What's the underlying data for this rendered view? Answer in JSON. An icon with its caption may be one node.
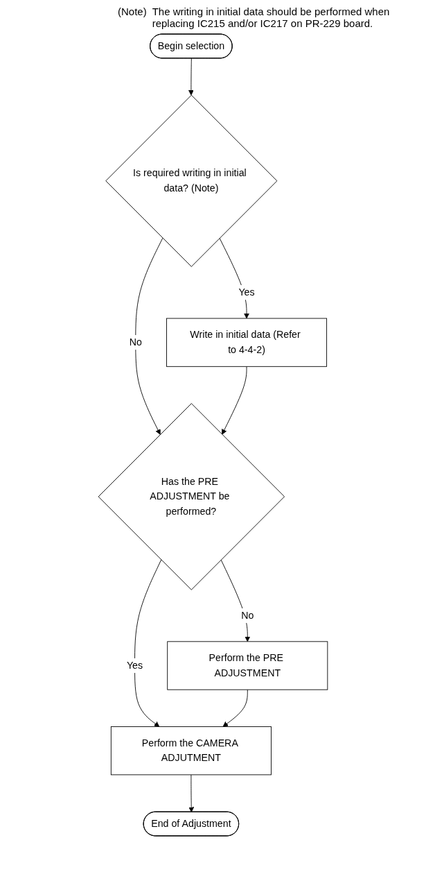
{
  "diagram": {
    "nodes": [
      {
        "text": [
          "Begin selection"
        ]
      },
      {
        "text": [
          "Is required writing in initial data? (Note)"
        ]
      },
      {
        "text": [
          "Write in initial data (Refer to 4-4-2)"
        ]
      },
      {
        "text": [
          "Has the PRE ADJUSTMENT be performed?"
        ]
      },
      {
        "text": [
          "Perform the PRE ADJUSTMENT"
        ]
      },
      {
        "text": [
          "Perform the CAMERA ADJUTMENT"
        ]
      },
      {
        "text": [
          "End of Adjustment"
        ]
      }
    ],
    "edges": [
      {
        "from": 0,
        "to": 1,
        "arrow": "to"
      },
      {
        "from": 1,
        "to": 2,
        "arrow": "to",
        "label": "Yes"
      },
      {
        "from": 1,
        "to": 3,
        "arrow": "to",
        "label": "No"
      },
      {
        "from": 2,
        "to": 3,
        "arrow": "to"
      },
      {
        "from": 3,
        "to": 4,
        "arrow": "to",
        "label": "No"
      },
      {
        "from": 3,
        "to": 5,
        "arrow": "to",
        "label": "Yes"
      },
      {
        "from": 4,
        "to": 5,
        "arrow": "to"
      },
      {
        "from": 5,
        "to": 6,
        "arrow": "to"
      }
    ],
    "labels": [
      "(Note)",
      "The writing in initial data should be performed when replacing IC215 and/or IC217 on PR-229 board."
    ]
  }
}
